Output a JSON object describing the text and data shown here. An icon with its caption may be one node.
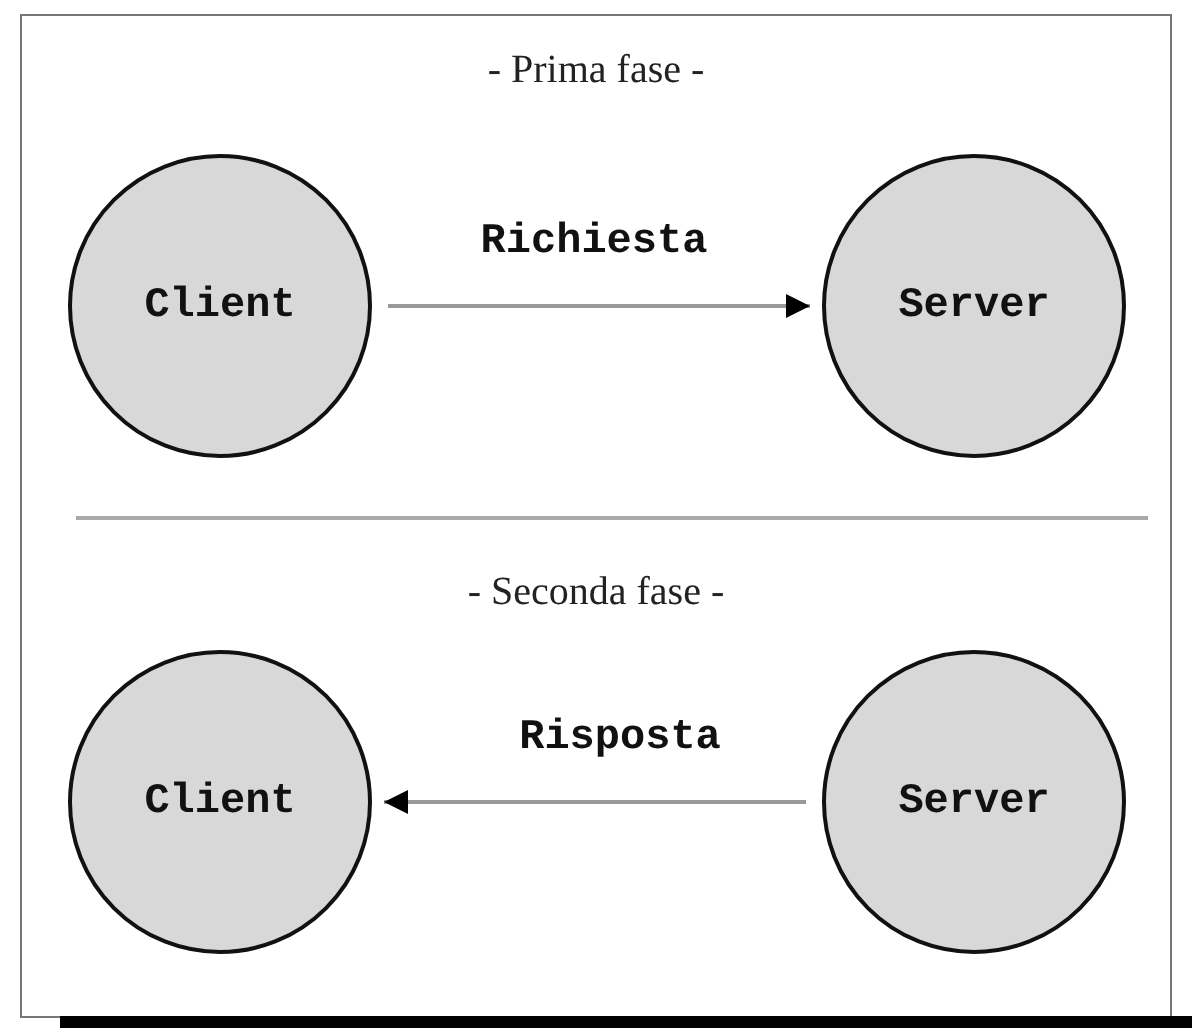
{
  "diagram": {
    "nodes": [
      {
        "text": [
          "Client"
        ]
      },
      {
        "text": [
          "Server"
        ]
      },
      {
        "text": [
          "Client"
        ]
      },
      {
        "text": [
          "Server"
        ]
      }
    ],
    "edges": [
      {
        "from": 0,
        "to": 1,
        "arrow": "to",
        "label": "Richiesta"
      },
      {
        "from": 3,
        "to": 2,
        "arrow": "to",
        "label": "Risposta"
      }
    ],
    "labels": [
      "- Prima fase -",
      "- Seconda fase -"
    ]
  }
}
